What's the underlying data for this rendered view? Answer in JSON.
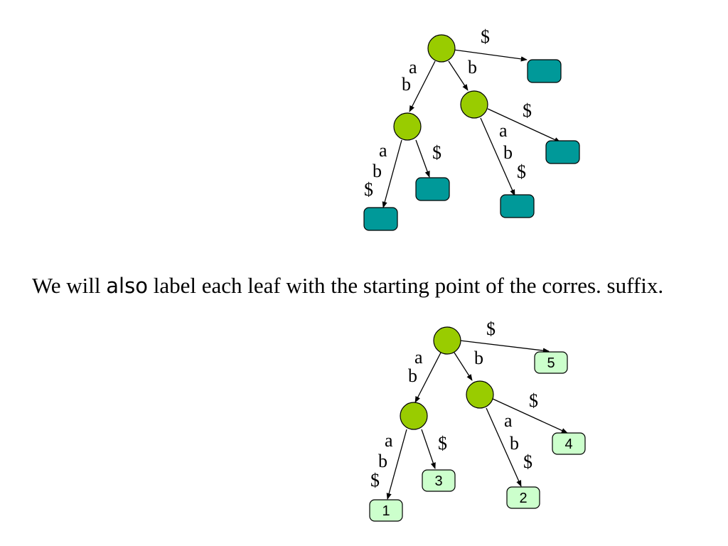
{
  "caption": {
    "before": "We will ",
    "emphasis": "also",
    "after": " label each leaf with the starting point of the corres. suffix."
  },
  "colors": {
    "internal_node": "#99cc00",
    "leaf_unlabeled": "#009999",
    "leaf_labeled": "#ccffcc"
  },
  "tree_top": {
    "edge_labels": {
      "root_to_leaf": "$",
      "root_to_left_1": "a",
      "root_to_left_2": "b",
      "root_to_right": "b",
      "right_to_leaf": "$",
      "right_to_lower_1": "a",
      "right_to_lower_2": "b",
      "right_to_lower_3": "$",
      "left_to_leaf": "$",
      "left_to_lower_1": "a",
      "left_to_lower_2": "b",
      "left_to_lower_3": "$"
    }
  },
  "tree_bottom": {
    "edge_labels": {
      "root_to_leaf": "$",
      "root_to_left_1": "a",
      "root_to_left_2": "b",
      "root_to_right": "b",
      "right_to_leaf": "$",
      "right_to_lower_1": "a",
      "right_to_lower_2": "b",
      "right_to_lower_3": "$",
      "left_to_leaf": "$",
      "left_to_lower_1": "a",
      "left_to_lower_2": "b",
      "left_to_lower_3": "$"
    },
    "leaf_labels": {
      "root_leaf": "5",
      "right_leaf": "4",
      "right_lower_leaf": "2",
      "left_leaf": "3",
      "left_lower_leaf": "1"
    }
  }
}
